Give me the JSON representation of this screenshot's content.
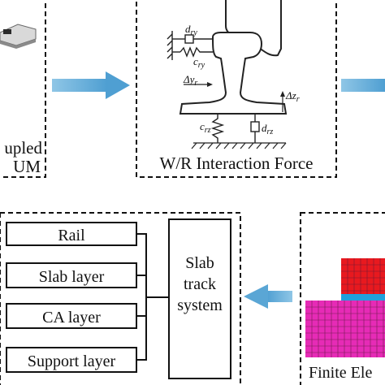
{
  "panels": {
    "left_top": {
      "label_line1": "upled",
      "label_line2": "UM"
    },
    "wr": {
      "title": "W/R Interaction Force",
      "d_ry": "d",
      "d_ry_sub": "ry",
      "c_ry": "c",
      "c_ry_sub": "ry",
      "dy": "Δy",
      "dy_sub": "r",
      "dz": "Δz",
      "dz_sub": "r",
      "c_rz": "c",
      "c_rz_sub": "rz",
      "d_rz": "d",
      "d_rz_sub": "rz"
    },
    "layers": {
      "items": [
        "Rail",
        "Slab layer",
        "CA layer",
        "Support layer"
      ],
      "system_line1": "Slab",
      "system_line2": "track",
      "system_line3": "system"
    },
    "fe": {
      "label": "Finite Ele"
    }
  },
  "colors": {
    "arrow": "#5ea9d6",
    "fe_red": "#e8191f",
    "fe_blue": "#1fa0dc",
    "fe_magenta": "#e62bb6"
  }
}
